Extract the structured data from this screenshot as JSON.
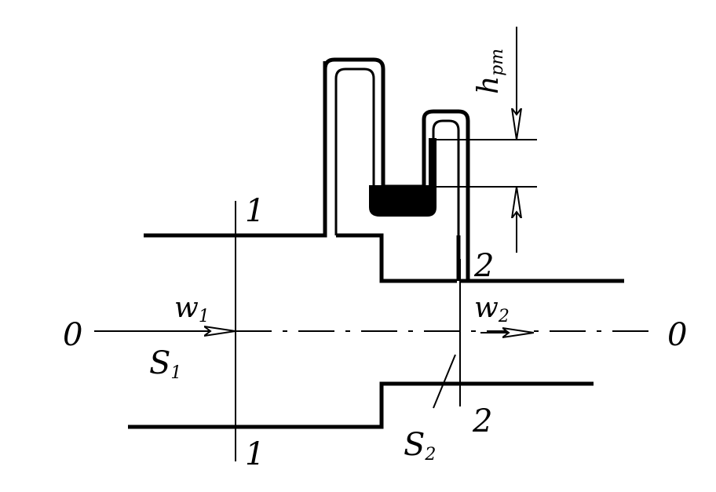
{
  "labels": {
    "axis_left": "0",
    "axis_right": "0",
    "section1_top": "1",
    "section1_bottom": "1",
    "section2_top": "2",
    "section2_bottom": "2",
    "w1_main": "w",
    "w1_sub": "1",
    "w2_main": "w",
    "w2_sub": "2",
    "s1_main": "S",
    "s1_sub": "1",
    "s2_main": "S",
    "s2_sub": "2",
    "h_main": "h",
    "h_sub": "рт"
  },
  "colors": {
    "ink": "#000000",
    "background": "#ffffff"
  }
}
